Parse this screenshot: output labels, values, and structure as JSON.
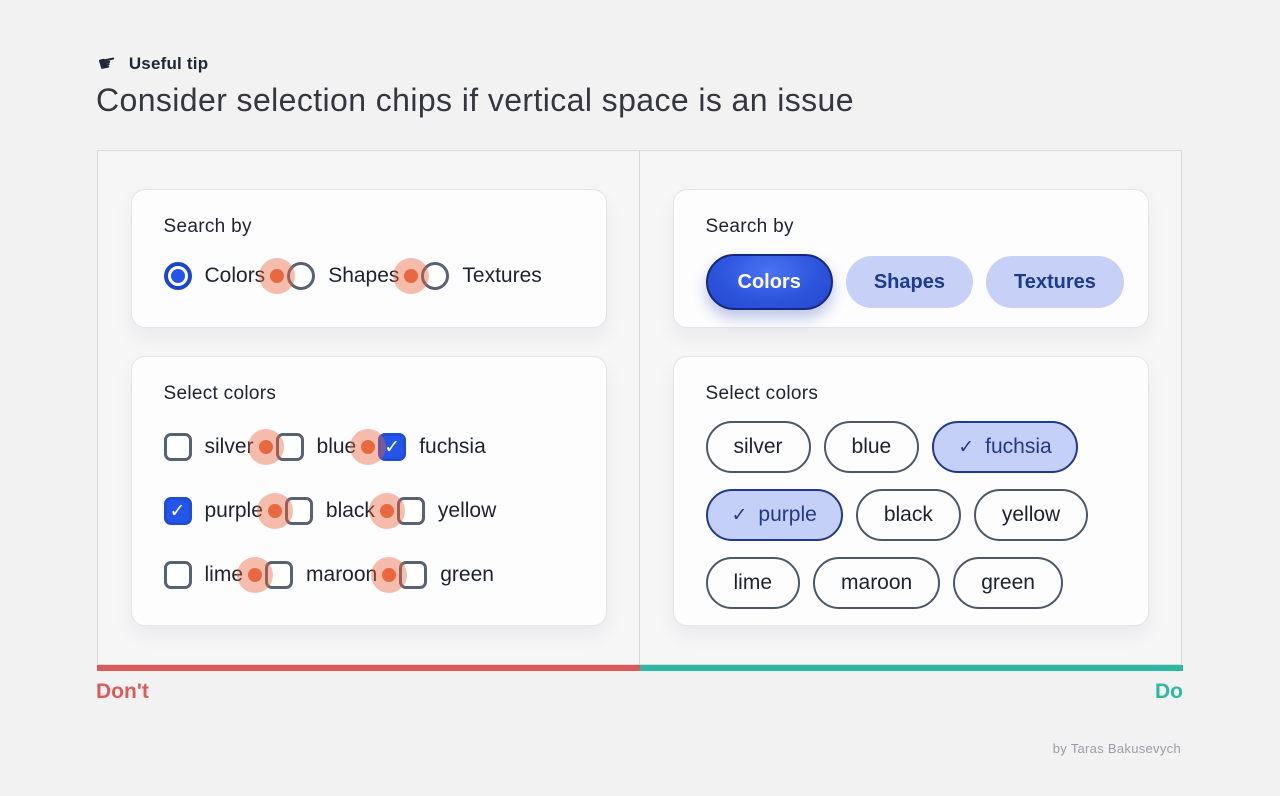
{
  "header": {
    "eyebrow": "Useful tip",
    "title": "Consider selection chips if vertical space is an issue"
  },
  "icons": {
    "pointing_hand": "☛",
    "check": "✓"
  },
  "colors": {
    "accent_blue": "#2355e9",
    "chip_soft_bg": "#c7d1f8",
    "chip_selected_bg": "#c5d0f8",
    "chip_selected_border": "#22398b",
    "gap_marker_orange": "#e8683f",
    "dont_red": "#da5c58",
    "do_teal": "#2db9a1"
  },
  "dont": {
    "search_card": {
      "title": "Search by",
      "radios": [
        {
          "label": "Colors",
          "selected": true
        },
        {
          "label": "Shapes",
          "selected": false
        },
        {
          "label": "Textures",
          "selected": false
        }
      ]
    },
    "colors_card": {
      "title": "Select colors",
      "rows": [
        [
          {
            "label": "silver",
            "checked": false
          },
          {
            "label": "blue",
            "checked": false
          },
          {
            "label": "fuchsia",
            "checked": true
          }
        ],
        [
          {
            "label": "purple",
            "checked": true
          },
          {
            "label": "black",
            "checked": false
          },
          {
            "label": "yellow",
            "checked": false
          }
        ],
        [
          {
            "label": "lime",
            "checked": false
          },
          {
            "label": "maroon",
            "checked": false
          },
          {
            "label": "green",
            "checked": false
          }
        ]
      ]
    }
  },
  "do": {
    "search_card": {
      "title": "Search by",
      "chips": [
        {
          "label": "Colors",
          "selected": true
        },
        {
          "label": "Shapes",
          "selected": false
        },
        {
          "label": "Textures",
          "selected": false
        }
      ]
    },
    "colors_card": {
      "title": "Select colors",
      "rows": [
        [
          {
            "label": "silver",
            "selected": false
          },
          {
            "label": "blue",
            "selected": false
          },
          {
            "label": "fuchsia",
            "selected": true
          }
        ],
        [
          {
            "label": "purple",
            "selected": true
          },
          {
            "label": "black",
            "selected": false
          },
          {
            "label": "yellow",
            "selected": false
          }
        ],
        [
          {
            "label": "lime",
            "selected": false
          },
          {
            "label": "maroon",
            "selected": false
          },
          {
            "label": "green",
            "selected": false
          }
        ]
      ]
    }
  },
  "footer": {
    "dont_label": "Don't",
    "do_label": "Do",
    "byline": "by Taras Bakusevych"
  }
}
